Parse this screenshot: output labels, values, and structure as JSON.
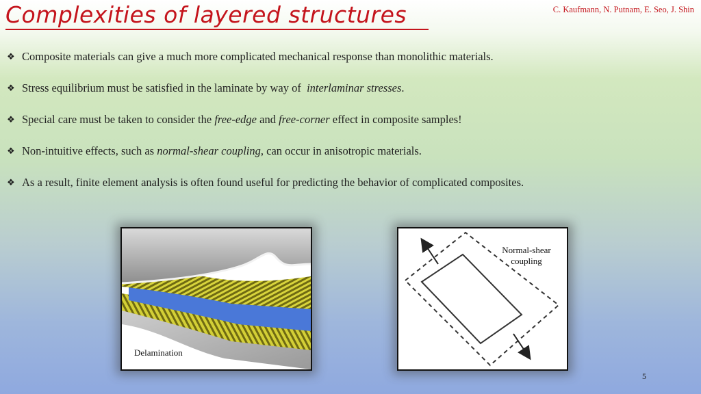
{
  "header": {
    "title": "Complexities of layered structures",
    "authors": "C. Kaufmann, N. Putnam, E. Seo, J. Shin"
  },
  "bullets": [
    {
      "pre": "Composite materials can give a much more complicated mechanical response than monolithic materials.",
      "em": "",
      "post": "",
      "em2": "",
      "post2": ""
    },
    {
      "pre": "Stress equilibrium must be satisfied in the laminate by way of  ",
      "em": "interlaminar stresses",
      "post": ".",
      "em2": "",
      "post2": ""
    },
    {
      "pre": "Special care must be taken to consider the ",
      "em": "free-edge",
      "post": " and ",
      "em2": "free-corner",
      "post2": " effect in composite samples!"
    },
    {
      "pre": "Non-intuitive effects, such as ",
      "em": "normal-shear coupling",
      "post": ", can occur in anisotropic materials.",
      "em2": "",
      "post2": ""
    },
    {
      "pre": "As a result, finite element analysis is often found useful for predicting the behavior of complicated composites.",
      "em": "",
      "post": "",
      "em2": "",
      "post2": ""
    }
  ],
  "bullet_icon": "diamond-bullet-icon",
  "figures": {
    "delamination": {
      "caption": "Delamination"
    },
    "coupling": {
      "caption_line1": "Normal-shear",
      "caption_line2": "coupling"
    }
  },
  "page_number": "5",
  "colors": {
    "title": "#c4141c",
    "fiber_yellow": "#c9c62a",
    "fiber_blue": "#4a78d8",
    "plate_gray": "#bdbdbd"
  }
}
